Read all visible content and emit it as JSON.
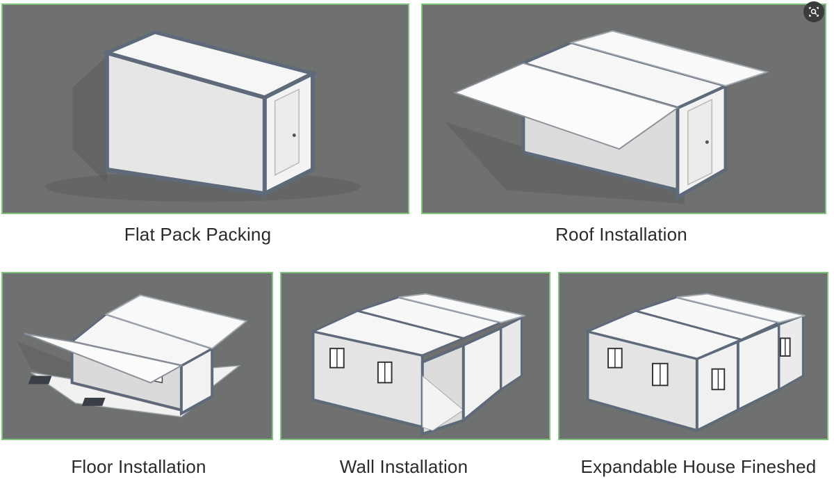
{
  "steps": [
    {
      "caption": "Flat Pack Packing",
      "scene": "container-closed"
    },
    {
      "caption": "Roof Installation",
      "scene": "roof-panels-unfolded"
    },
    {
      "caption": "Floor Installation",
      "scene": "floor-panels-laid"
    },
    {
      "caption": "Wall Installation",
      "scene": "walls-with-windows"
    },
    {
      "caption": "Expandable House Fineshed",
      "scene": "house-complete"
    }
  ],
  "toolbar": {
    "scan_icon": "image-search-icon"
  },
  "colors": {
    "panel_background": "#6f7070",
    "panel_border": "#7fc47b",
    "frame_steel": "#5e6a7a",
    "wall_white": "#ededed",
    "caption_text": "#2a2a2a"
  }
}
